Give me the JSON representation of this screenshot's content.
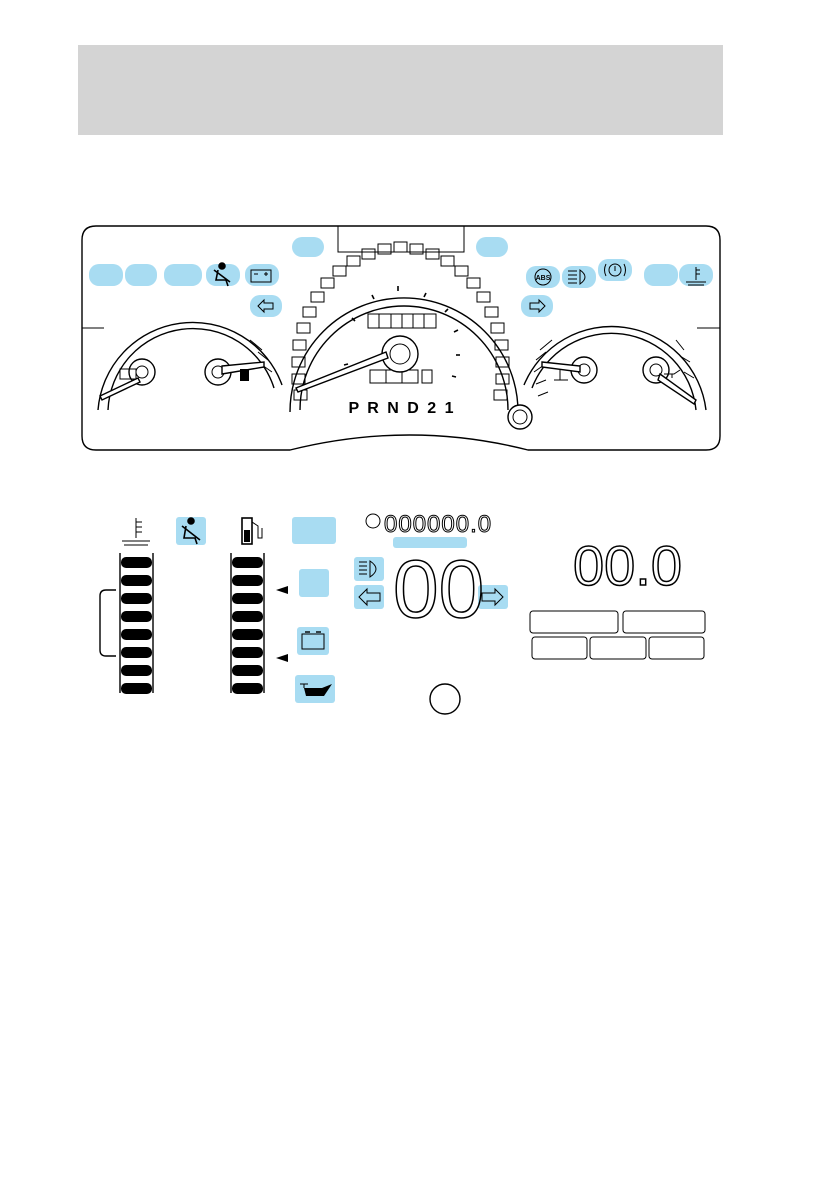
{
  "header": {
    "text": ""
  },
  "cluster_analog": {
    "prnd_label": "P R N D 2 1",
    "colors": {
      "indicator_fill": "#a8dcf2",
      "outline": "#000000",
      "background": "#ffffff",
      "header_band": "#d4d4d4"
    },
    "left_indicators": [
      "blank-lamp",
      "blank-lamp",
      "blank-lamp",
      "seatbelt-icon",
      "battery-icon",
      "left-turn-arrow-icon"
    ],
    "right_indicators": [
      "abs-icon",
      "headlamp-high-beam-icon",
      "brake-warning-icon",
      "blank-lamp",
      "coolant-temp-icon",
      "right-turn-arrow-icon"
    ],
    "gauges": [
      "fuel-and-charging-gauge",
      "speedometer",
      "temperature-and-oil-gauge"
    ]
  },
  "cluster_digital": {
    "odometer_digits": "000000.0",
    "speed_digits": "00",
    "trip_digits": "00.0",
    "temp_bar_segments": 8,
    "fuel_bar_segments": 8,
    "icons": [
      "coolant-temp-icon",
      "seatbelt-icon",
      "fuel-pump-icon",
      "blank-lamp",
      "blank-lamp",
      "battery-icon",
      "oil-can-icon",
      "headlamp-icon",
      "left-turn-arrow-icon",
      "right-turn-arrow-icon",
      "reset-knob"
    ]
  }
}
